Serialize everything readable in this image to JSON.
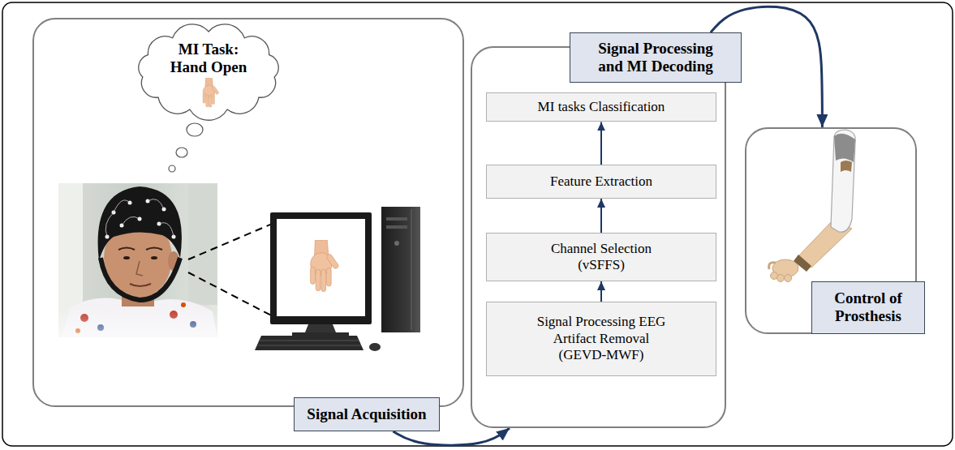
{
  "diagram": {
    "nodes": [
      {
        "text": [
          "Signal Acquisition"
        ]
      },
      {
        "text": [
          "MI Task: Hand Open"
        ],
        "in": 0
      },
      {
        "text": [
          "Signal Processing and MI Decoding"
        ]
      },
      {
        "text": [
          "MI tasks Classification"
        ],
        "in": 2
      },
      {
        "text": [
          "Feature Extraction"
        ],
        "in": 2
      },
      {
        "text": [
          "Channel Selection (vSFFS)"
        ],
        "in": 2
      },
      {
        "text": [
          "Signal Processing EEG Artifact Removal (GEVD-MWF)"
        ],
        "in": 2
      },
      {
        "text": [
          "Control of Prosthesis"
        ]
      }
    ],
    "edges": [
      {
        "from": 6,
        "to": 5,
        "arrow": "to"
      },
      {
        "from": 5,
        "to": 4,
        "arrow": "to"
      },
      {
        "from": 4,
        "to": 3,
        "arrow": "to"
      },
      {
        "from": 0,
        "to": 2,
        "arrow": "to"
      },
      {
        "from": 2,
        "to": 7,
        "arrow": "to"
      }
    ]
  }
}
